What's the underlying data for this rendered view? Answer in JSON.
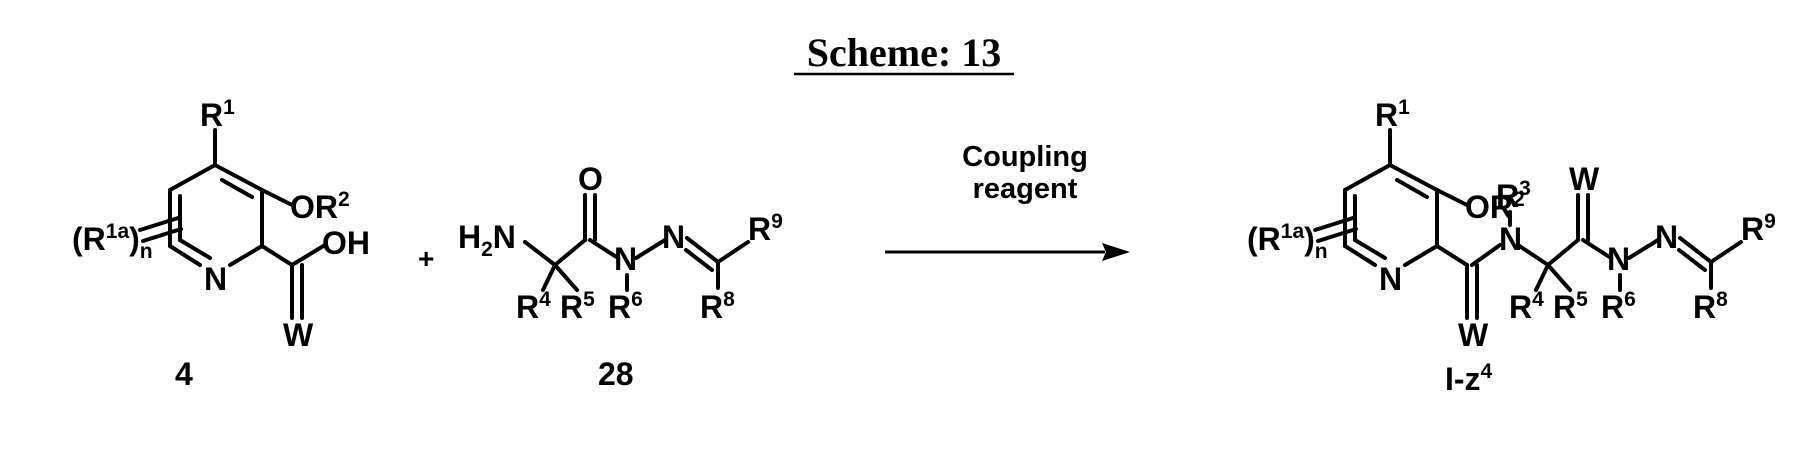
{
  "scheme": {
    "title": "Scheme: 13",
    "plus": "+",
    "reagent_line1": "Coupling",
    "reagent_line2": "reagent",
    "compound_4": "4",
    "compound_28": "28",
    "product_label": "I-z",
    "product_label_sup": "4"
  },
  "atoms": {
    "R": "R",
    "sup1": "1",
    "sup1a": "1a",
    "sub_n": "n",
    "sup2": "2",
    "sup3": "3",
    "sup4": "4",
    "sup5": "5",
    "sup6": "6",
    "sup8": "8",
    "sup9": "9",
    "OR": "OR",
    "OH": "OH",
    "O": "O",
    "N": "N",
    "W": "W",
    "H": "H",
    "sub2": "2",
    "lparen": "(",
    "rparen": ")"
  }
}
